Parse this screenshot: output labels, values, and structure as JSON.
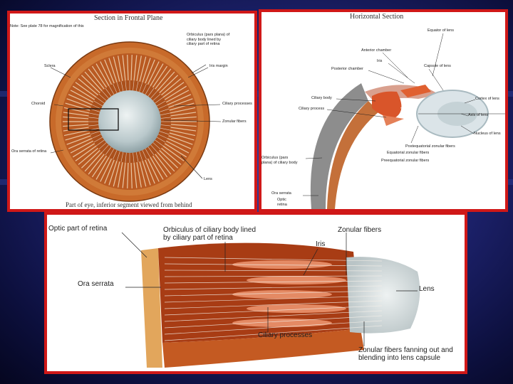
{
  "colors": {
    "frame": "#d01818",
    "tissue": "#c86a2a",
    "tissue_dark": "#8a3a10",
    "lens": "#c9d4d6"
  },
  "frontal": {
    "title": "Section in Frontal Plane",
    "caption": "Part of eye, inferior segment viewed from behind",
    "labels": {
      "note": "Note: See plate 78 for magnification of this",
      "orbiculus": "Orbiculus (pars plana) of\nciliary body lined by\nciliary part of retina",
      "sclera": "Sclera",
      "iris": "Iris margin",
      "choroid": "Choroid",
      "ciliary_processes": "Ciliary processes",
      "zonular": "Zonular fibers",
      "ora": "Ora serrata of retina",
      "lens": "Lens"
    }
  },
  "horizontal": {
    "title": "Horizontal Section",
    "labels": {
      "equator": "Equator of lens",
      "anterior": "Anterior chamber",
      "iris": "Iris",
      "posterior": "Posterior chamber",
      "capsule": "Capsule of lens",
      "ciliary_body": "Ciliary body",
      "ciliary_process": "Ciliary process",
      "cortex": "Cortex of lens",
      "axis": "Axis of lens",
      "nucleus": "Nucleus of lens",
      "postequatorial": "Postequatorial zonular fibers",
      "equatorial": "Equatorial zonular fibers",
      "preequatorial": "Preequatorial zonular fibers",
      "orbiculus": "Orbiculus (pars\nplana) of ciliary body",
      "ora": "Ora serrata",
      "optic": "Optic\nretina"
    }
  },
  "detail": {
    "labels": {
      "optic": "Optic part of retina",
      "orbiculus": "Orbiculus of ciliary body lined\nby ciliary part of retina",
      "zonular": "Zonular fibers",
      "iris": "Iris",
      "ora": "Ora serrata",
      "lens": "Lens",
      "ciliary": "Ciliary processes",
      "fanning": "Zonular fibers fanning out and\nblending into lens capsule"
    }
  }
}
